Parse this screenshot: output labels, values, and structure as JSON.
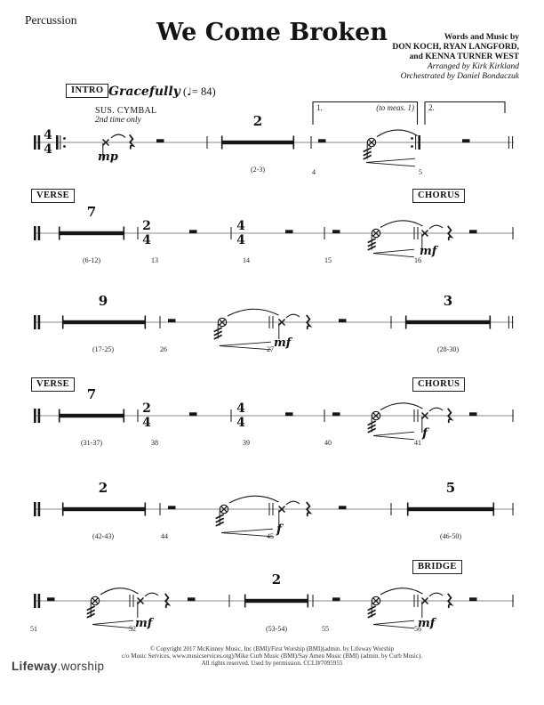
{
  "header": {
    "part_name": "Percussion",
    "title": "We Come Broken",
    "credit1": "Words and Music by",
    "credit2": "DON KOCH, RYAN LANGFORD,",
    "credit3": "and KENNA TURNER WEST",
    "arranger": "Arranged by Kirk Kirkland",
    "orchestrator": "Orchestrated by Daniel Bondaczuk"
  },
  "intro": {
    "label": "INTRO",
    "marking": "Gracefully",
    "tempo_pre": " (",
    "tempo_note": "♩",
    "tempo_post": "= 84)"
  },
  "staff1": {
    "instrument": "SUS. CYMBAL",
    "instruction": "2nd time only",
    "dynamic": "mp",
    "ts_num": "4",
    "ts_den": "4",
    "multirest_number": "2",
    "multirest_range": "(2-3)",
    "ending1_label": "1.",
    "ending1_note": "(to meas. 1)",
    "ending2_label": "2.",
    "num_m4": "4",
    "num_m5": "5"
  },
  "staff2": {
    "section": "VERSE",
    "section2": "CHORUS",
    "multirest_number": "7",
    "multirest_range": "(6-12)",
    "ts1_num": "2",
    "ts1_den": "4",
    "ts2_num": "4",
    "ts2_den": "4",
    "num_m13": "13",
    "num_m14": "14",
    "num_m15": "15",
    "num_m16": "16",
    "dynamic": "mf"
  },
  "staff3": {
    "multirest1_number": "9",
    "multirest1_range": "(17-25)",
    "num_m26": "26",
    "num_m27": "27",
    "dynamic": "mf",
    "multirest2_number": "3",
    "multirest2_range": "(28-30)"
  },
  "staff4": {
    "section": "VERSE",
    "section2": "CHORUS",
    "multirest_number": "7",
    "multirest_range": "(31-37)",
    "ts1_num": "2",
    "ts1_den": "4",
    "ts2_num": "4",
    "ts2_den": "4",
    "num_m38": "38",
    "num_m39": "39",
    "num_m40": "40",
    "num_m41": "41",
    "dynamic": "f"
  },
  "staff5": {
    "multirest1_number": "2",
    "multirest1_range": "(42-43)",
    "num_m44": "44",
    "num_m45": "45",
    "dynamic": "f",
    "multirest2_number": "5",
    "multirest2_range": "(46-50)"
  },
  "staff6": {
    "section": "BRIDGE",
    "num_m51": "51",
    "num_m52": "52",
    "dynamic1": "mf",
    "multirest_number": "2",
    "multirest_range": "(53-54)",
    "num_m55": "55",
    "num_m56": "56",
    "dynamic2": "mf"
  },
  "footer": {
    "copyright1": "© Copyright 2017 McKinney Music, Inc (BMI)/First Worship (BMI)(admin. by Lifeway Worship",
    "copyright2": "c/o Music Services, www.musicservices.org)/Mike Curb Music (BMI)/Say Amen Music (BMI) (admin. by Curb Music).",
    "copyright3": "All rights reserved. Used by permission. CCLI#7095955",
    "logo_primary": "Lifeway",
    "logo_separator": ".",
    "logo_secondary": "worship"
  }
}
